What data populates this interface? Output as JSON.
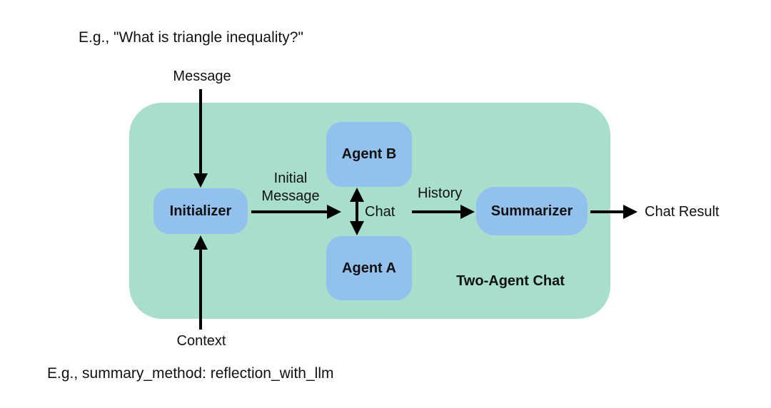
{
  "texts": {
    "example_input": "E.g., \"What is triangle inequality?\"",
    "example_config": "E.g., summary_method: reflection_with_llm",
    "container_label": "Two-Agent Chat",
    "chat_result": "Chat Result"
  },
  "labels": {
    "message": "Message",
    "context": "Context",
    "initial_message": "Initial\nMessage",
    "chat": "Chat",
    "history": "History"
  },
  "nodes": {
    "initializer": "Initializer",
    "agent_b": "Agent B",
    "agent_a": "Agent A",
    "summarizer": "Summarizer"
  },
  "colors": {
    "container_bg": "#a7dfcb",
    "node_bg": "#93c1ee",
    "arrow": "#000000",
    "text": "#111111"
  }
}
